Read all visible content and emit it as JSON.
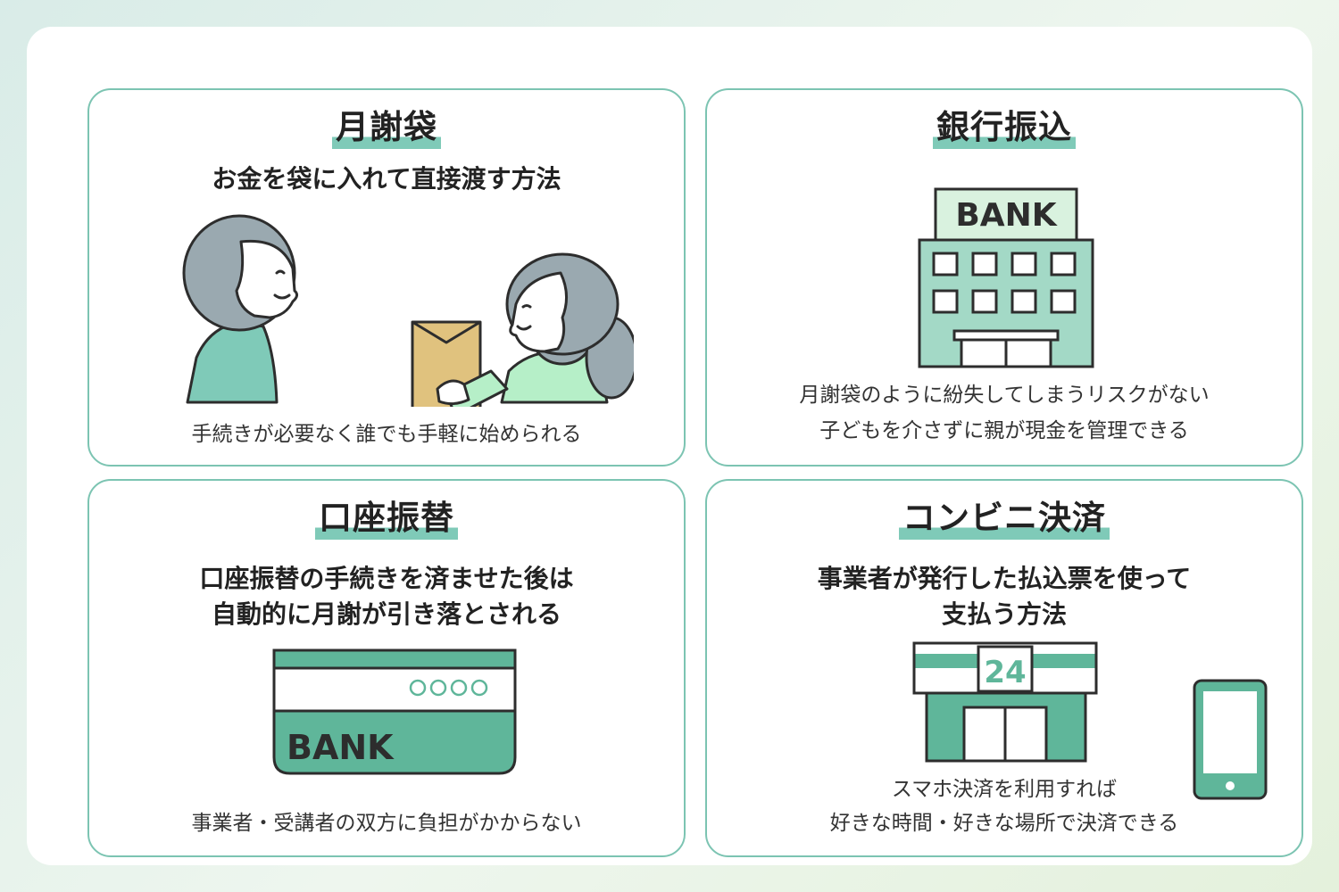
{
  "cards": [
    {
      "title": "月謝袋",
      "subtitle": "お金を袋に入れて直接渡す方法",
      "notes": [
        "手続きが必要なく誰でも手軽に始められる"
      ]
    },
    {
      "title": "銀行振込",
      "sign": "BANK",
      "notes": [
        "月謝袋のように紛失してしまうリスクがない",
        "子どもを介さずに親が現金を管理できる"
      ]
    },
    {
      "title": "口座振替",
      "subtitle_lines": [
        "口座振替の手続きを済ませた後は",
        "自動的に月謝が引き落とされる"
      ],
      "card_label": "BANK",
      "notes": [
        "事業者・受講者の双方に負担がかからない"
      ]
    },
    {
      "title": "コンビニ決済",
      "subtitle_lines": [
        "事業者が発行した払込票を使って",
        "支払う方法"
      ],
      "store_sign": "24",
      "notes": [
        "スマホ決済を利用すれば",
        "好きな時間・好きな場所で決済できる"
      ]
    }
  ],
  "colors": {
    "accent": "#7fcab8",
    "border": "#7cc4b2",
    "building": "#a3d9c6",
    "dark": "#2d2d2d",
    "store_green": "#5fb69a",
    "envelope": "#e0c27e",
    "hair": "#9aa9b0"
  },
  "icons": [
    "two-people-envelope-illustration",
    "bank-building-icon",
    "bank-card-icon",
    "convenience-store-icon",
    "smartphone-icon"
  ]
}
